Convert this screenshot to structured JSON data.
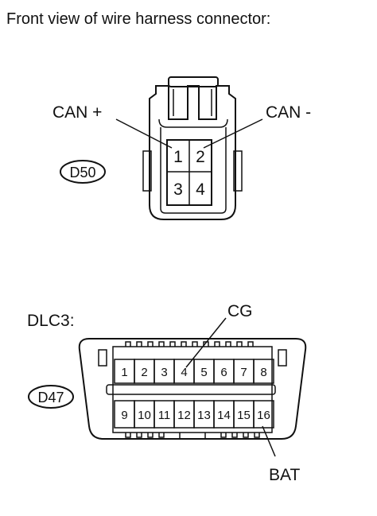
{
  "heading": "Front view of wire harness connector:",
  "connector_d50": {
    "code": "D50",
    "pins": [
      "1",
      "2",
      "3",
      "4"
    ],
    "label_left": "CAN +",
    "label_right": "CAN -"
  },
  "connector_d47": {
    "caption": "DLC3:",
    "code": "D47",
    "top_pins": [
      "1",
      "2",
      "3",
      "4",
      "5",
      "6",
      "7",
      "8"
    ],
    "bottom_pins": [
      "9",
      "10",
      "11",
      "12",
      "13",
      "14",
      "15",
      "16"
    ],
    "label_cg": "CG",
    "label_bat": "BAT"
  }
}
